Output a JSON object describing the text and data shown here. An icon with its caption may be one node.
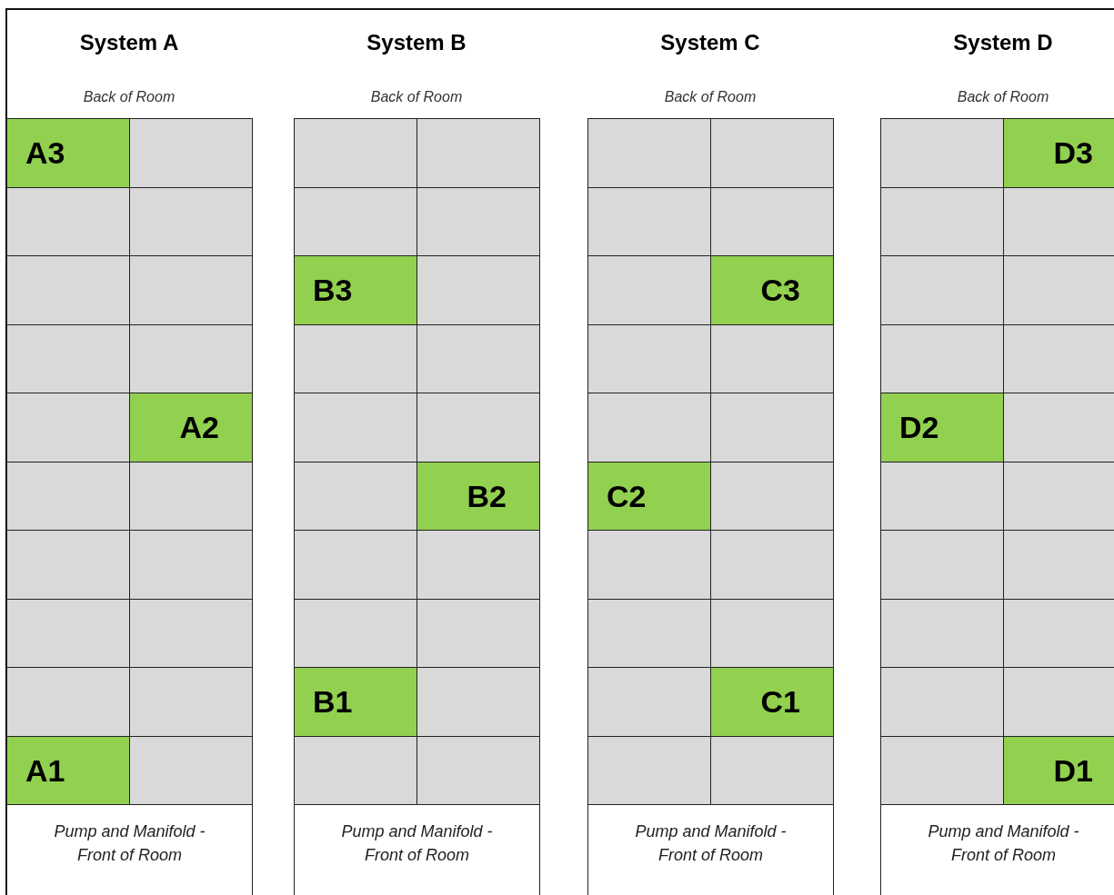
{
  "diagram": {
    "nodes": [
      {
        "text": [
          "A3"
        ]
      },
      {
        "text": [],
        "shape": "box"
      },
      {
        "text": [],
        "shape": "box"
      },
      {
        "text": [],
        "shape": "box"
      },
      {
        "text": [],
        "shape": "box"
      },
      {
        "text": [],
        "shape": "box"
      },
      {
        "text": [],
        "shape": "box"
      },
      {
        "text": [],
        "shape": "box"
      },
      {
        "text": [],
        "shape": "box"
      },
      {
        "text": [
          "A2"
        ]
      },
      {
        "text": [],
        "shape": "box"
      },
      {
        "text": [],
        "shape": "box"
      },
      {
        "text": [],
        "shape": "box"
      },
      {
        "text": [],
        "shape": "box"
      },
      {
        "text": [],
        "shape": "box"
      },
      {
        "text": [],
        "shape": "box"
      },
      {
        "text": [],
        "shape": "box"
      },
      {
        "text": [],
        "shape": "box"
      },
      {
        "text": [
          "A1"
        ]
      },
      {
        "text": [],
        "shape": "box"
      },
      {
        "text": [
          "Pump and Manifold - Front of Room"
        ]
      },
      {
        "text": [],
        "shape": "box"
      },
      {
        "text": [],
        "shape": "box"
      },
      {
        "text": [],
        "shape": "box"
      },
      {
        "text": [],
        "shape": "box"
      },
      {
        "text": [
          "B3"
        ]
      },
      {
        "text": [],
        "shape": "box"
      },
      {
        "text": [],
        "shape": "box"
      },
      {
        "text": [],
        "shape": "box"
      },
      {
        "text": [],
        "shape": "box"
      },
      {
        "text": [],
        "shape": "box"
      },
      {
        "text": [],
        "shape": "box"
      },
      {
        "text": [
          "B2"
        ]
      },
      {
        "text": [],
        "shape": "box"
      },
      {
        "text": [],
        "shape": "box"
      },
      {
        "text": [],
        "shape": "box"
      },
      {
        "text": [],
        "shape": "box"
      },
      {
        "text": [
          "B1"
        ]
      },
      {
        "text": [],
        "shape": "box"
      },
      {
        "text": [],
        "shape": "box"
      },
      {
        "text": [],
        "shape": "box"
      },
      {
        "text": [
          "Pump and Manifold - Front of Room"
        ]
      },
      {
        "text": [],
        "shape": "box"
      },
      {
        "text": [],
        "shape": "box"
      },
      {
        "text": [],
        "shape": "box"
      },
      {
        "text": [],
        "shape": "box"
      },
      {
        "text": [],
        "shape": "box"
      },
      {
        "text": [
          "C3"
        ]
      },
      {
        "text": [],
        "shape": "box"
      },
      {
        "text": [],
        "shape": "box"
      },
      {
        "text": [],
        "shape": "box"
      },
      {
        "text": [],
        "shape": "box"
      },
      {
        "text": [
          "C2"
        ]
      },
      {
        "text": [],
        "shape": "box"
      },
      {
        "text": [],
        "shape": "box"
      },
      {
        "text": [],
        "shape": "box"
      },
      {
        "text": [],
        "shape": "box"
      },
      {
        "text": [],
        "shape": "box"
      },
      {
        "text": [],
        "shape": "box"
      },
      {
        "text": [
          "C1"
        ]
      },
      {
        "text": [],
        "shape": "box"
      },
      {
        "text": [],
        "shape": "box"
      },
      {
        "text": [
          "Pump and Manifold - Front of Room"
        ]
      },
      {
        "text": [],
        "shape": "box"
      },
      {
        "text": [
          "D3"
        ]
      },
      {
        "text": [],
        "shape": "box"
      },
      {
        "text": [],
        "shape": "box"
      },
      {
        "text": [],
        "shape": "box"
      },
      {
        "text": [],
        "shape": "box"
      },
      {
        "text": [],
        "shape": "box"
      },
      {
        "text": [],
        "shape": "box"
      },
      {
        "text": [
          "D2"
        ]
      },
      {
        "text": [],
        "shape": "box"
      },
      {
        "text": [],
        "shape": "box"
      },
      {
        "text": [],
        "shape": "box"
      },
      {
        "text": [],
        "shape": "box"
      },
      {
        "text": [],
        "shape": "box"
      },
      {
        "text": [],
        "shape": "box"
      },
      {
        "text": [],
        "shape": "box"
      },
      {
        "text": [],
        "shape": "box"
      },
      {
        "text": [],
        "shape": "box"
      },
      {
        "text": [],
        "shape": "box"
      },
      {
        "text": [
          "D1"
        ]
      },
      {
        "text": [
          "Pump and Manifold - Front of Room"
        ]
      }
    ],
    "labels": [
      "System A",
      "System B",
      "System C",
      "System D",
      "Back of Room",
      "Back of Room",
      "Back of Room",
      "Back of Room"
    ]
  }
}
